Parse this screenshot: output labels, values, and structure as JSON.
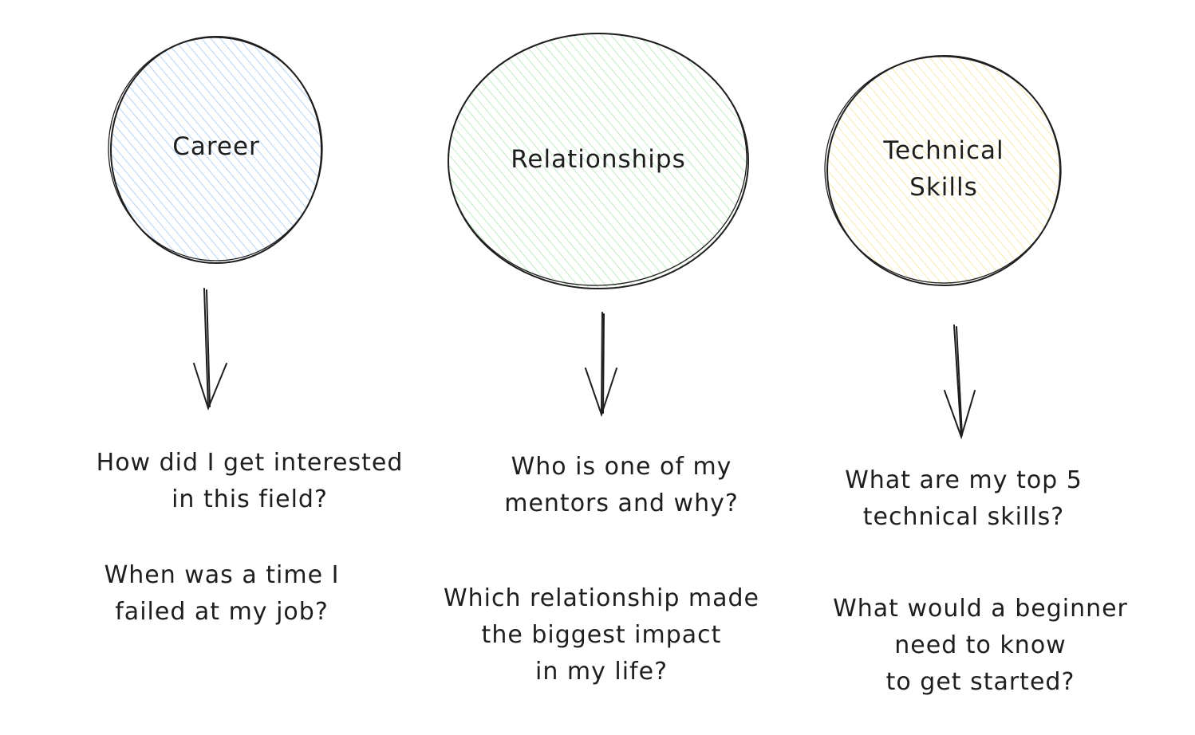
{
  "topics": [
    {
      "label": "Career",
      "fill_color": "#a5c8ef",
      "questions": [
        "How did I get interested\nin this field?",
        "When was a time I\nfailed at my job?"
      ]
    },
    {
      "label": "Relationships",
      "fill_color": "#b2e6b4",
      "questions": [
        "Who is one of my\nmentors and why?",
        "Which relationship made\nthe biggest impact\nin my life?"
      ]
    },
    {
      "label": "Technical\nSkills",
      "fill_color": "#f7e49a",
      "questions": [
        "What are my top 5\ntechnical skills?",
        "What would a beginner\nneed to know\nto get started?"
      ]
    }
  ],
  "stroke_color": "#1e1e1e"
}
